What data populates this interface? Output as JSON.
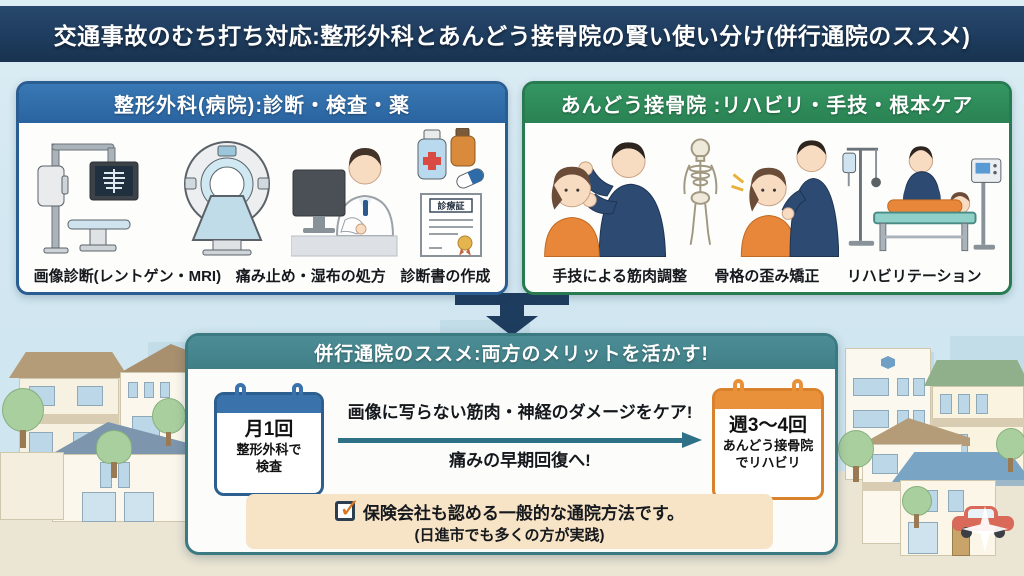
{
  "title": "交通事故のむち打ち対応:整形外科とあんどう接骨院の賢い使い分け(併行通院のススメ)",
  "orthopedic_panel": {
    "header": "整形外科(病院):診断・検査・薬",
    "captions": [
      "画像診断(レントゲン・MRI)",
      "痛み止め・湿布の処方",
      "診断書の作成"
    ],
    "certificate_label": "診療証"
  },
  "judo_panel": {
    "header": "あんどう接骨院 :リハビリ・手技・根本ケア",
    "captions": [
      "手技による筋肉調整",
      "骨格の歪み矯正",
      "リハビリテーション"
    ]
  },
  "combined_panel": {
    "header": "併行通院のススメ:両方のメリットを活かす!",
    "monthly_calendar": {
      "frequency": "月1回",
      "line2": "整形外科で",
      "line3": "検査"
    },
    "benefit_top": "画像に写らない筋肉・神経のダメージをケア!",
    "benefit_bottom": "痛みの早期回復へ!",
    "weekly_calendar": {
      "frequency": "週3〜4回",
      "line2": "あんどう接骨院",
      "line3": "でリハビリ"
    },
    "insurance_note": {
      "line1": "保険会社も認める一般的な通院方法です。",
      "line2": "(日進市でも多くの方が実践)"
    }
  },
  "colors": {
    "title_bar": "#1e3c5e",
    "orthopedic_header": "#2d6ba6",
    "judo_header": "#2e8f5c",
    "combined_header": "#44838b",
    "flow_arrow": "#2f7186",
    "monthly_calendar": "#3a72ab",
    "weekly_calendar": "#e8913a",
    "note_background": "#f7e3c6",
    "patient_shirt": "#e8873a",
    "therapist_uniform": "#2d4a73"
  }
}
